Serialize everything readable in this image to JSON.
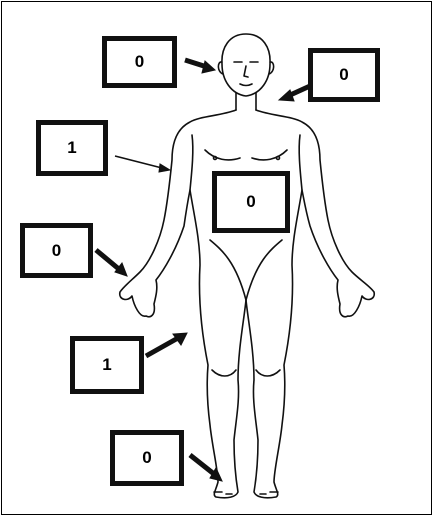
{
  "labels": [
    {
      "id": "head",
      "value": "0"
    },
    {
      "id": "neck",
      "value": "0"
    },
    {
      "id": "chest-side",
      "value": "1"
    },
    {
      "id": "abdomen",
      "value": "0"
    },
    {
      "id": "hand",
      "value": "0"
    },
    {
      "id": "thigh",
      "value": "1"
    },
    {
      "id": "foot",
      "value": "0"
    }
  ],
  "colors": {
    "outline": "#111111",
    "background": "#ffffff"
  }
}
